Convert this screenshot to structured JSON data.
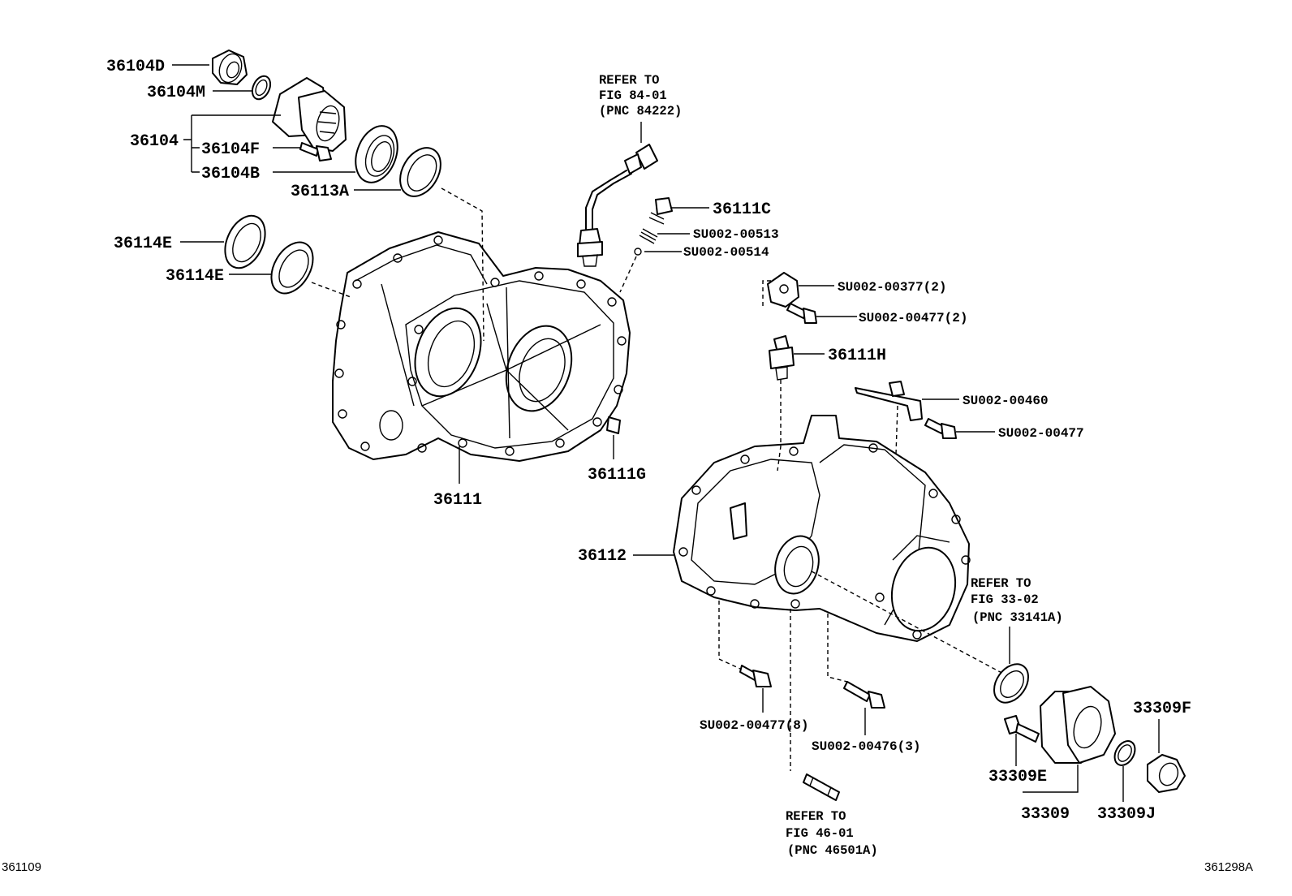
{
  "labels": {
    "p36104D": "36104D",
    "p36104M": "36104M",
    "p36104": "36104",
    "p36104F": "36104F",
    "p36104B": "36104B",
    "p36113A": "36113A",
    "p36114E_a": "36114E",
    "p36114E_b": "36114E",
    "p36111C": "36111C",
    "su513": "SU002-00513",
    "su514": "SU002-00514",
    "su377": "SU002-00377(2)",
    "su477_2": "SU002-00477(2)",
    "p36111H": "36111H",
    "su460": "SU002-00460",
    "su477": "SU002-00477",
    "p36111G": "36111G",
    "p36111": "36111",
    "p36112": "36112",
    "su477_8": "SU002-00477(8)",
    "su476_3": "SU002-00476(3)",
    "p33309F": "33309F",
    "p33309E": "33309E",
    "p33309": "33309",
    "p33309J": "33309J"
  },
  "refs": {
    "ref84": {
      "l1": "REFER TO",
      "l2": "FIG 84-01",
      "l3": "(PNC 84222)"
    },
    "ref33": {
      "l1": "REFER TO",
      "l2": "FIG 33-02",
      "l3": "(PNC 33141A)"
    },
    "ref46": {
      "l1": "REFER TO",
      "l2": "FIG 46-01",
      "l3": "(PNC 46501A)"
    }
  },
  "corners": {
    "bottom_left": "361109",
    "bottom_right": "361298A"
  }
}
